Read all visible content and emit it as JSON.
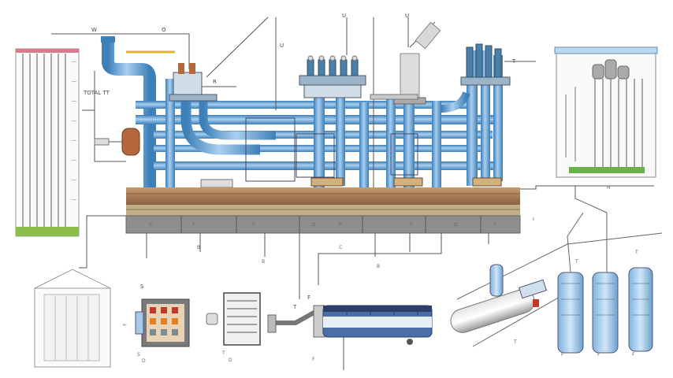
{
  "labels": {
    "top_left_a": "W",
    "top_left_b": "O",
    "left_side_tag": "TOTAL TT",
    "riser_tag_a": "R",
    "riser_tag_b": "U",
    "riser_tag_c": "U",
    "upper_mid": "U",
    "right_manifold_tag": "T",
    "right_panel_pipe": "—— ——",
    "base_0": "C",
    "base_1": "F",
    "base_2": "T",
    "base_3": "O",
    "base_4": "P",
    "base_5": "T",
    "base_6": "O",
    "base_7": "T",
    "under_1": "B",
    "under_2": "B",
    "under_3": "C",
    "under_4": "B",
    "under_5": "H",
    "cab_tag": "S",
    "cab_caption_1": "S",
    "cab_caption_2": "D",
    "trans_caption_1": "T",
    "trans_caption_2": "D",
    "trans_tag": "T",
    "drum_tag_1": "F",
    "drum_caption": "F",
    "right_mid_tag": "I",
    "vessel_tag_1": "T",
    "vessel_tag_2": "T",
    "tank_caption_1": "F",
    "tank_caption_2": "F",
    "tank_caption_3": "F",
    "tank_top_tag": "T"
  },
  "colors": {
    "pipe": "#6aa7d8",
    "pipe_dark": "#3d7fb8",
    "pipe_light": "#a9cff0",
    "soil": "#b08a62",
    "grass": "#8bc34a",
    "slab": "#8e8e8e",
    "line": "#555555",
    "rust": "#b5683c"
  }
}
